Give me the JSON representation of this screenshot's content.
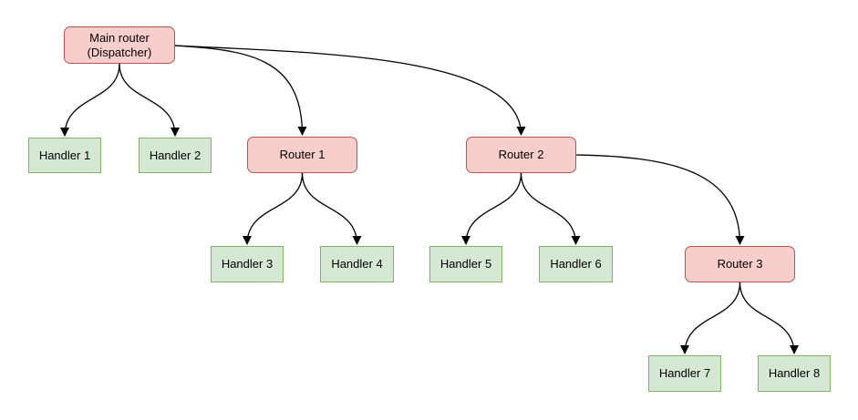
{
  "diagram": {
    "colors": {
      "router_fill": "#f8cecc",
      "router_border": "#b85450",
      "handler_fill": "#d5e8d4",
      "handler_border": "#82b366",
      "edge": "#000000",
      "background": "#ffffff",
      "text": "#000000"
    },
    "nodes": {
      "main": {
        "label": "Main router\n(Dispatcher)",
        "type": "router"
      },
      "h1": {
        "label": "Handler 1",
        "type": "handler"
      },
      "h2": {
        "label": "Handler 2",
        "type": "handler"
      },
      "r1": {
        "label": "Router 1",
        "type": "router"
      },
      "r2": {
        "label": "Router 2",
        "type": "router"
      },
      "h3": {
        "label": "Handler 3",
        "type": "handler"
      },
      "h4": {
        "label": "Handler 4",
        "type": "handler"
      },
      "h5": {
        "label": "Handler 5",
        "type": "handler"
      },
      "h6": {
        "label": "Handler 6",
        "type": "handler"
      },
      "r3": {
        "label": "Router 3",
        "type": "router"
      },
      "h7": {
        "label": "Handler 7",
        "type": "handler"
      },
      "h8": {
        "label": "Handler 8",
        "type": "handler"
      }
    },
    "edges": [
      {
        "from": "main",
        "to": "h1"
      },
      {
        "from": "main",
        "to": "h2"
      },
      {
        "from": "main",
        "to": "r1"
      },
      {
        "from": "main",
        "to": "r2"
      },
      {
        "from": "r1",
        "to": "h3"
      },
      {
        "from": "r1",
        "to": "h4"
      },
      {
        "from": "r2",
        "to": "h5"
      },
      {
        "from": "r2",
        "to": "h6"
      },
      {
        "from": "r2",
        "to": "r3"
      },
      {
        "from": "r3",
        "to": "h7"
      },
      {
        "from": "r3",
        "to": "h8"
      }
    ]
  }
}
